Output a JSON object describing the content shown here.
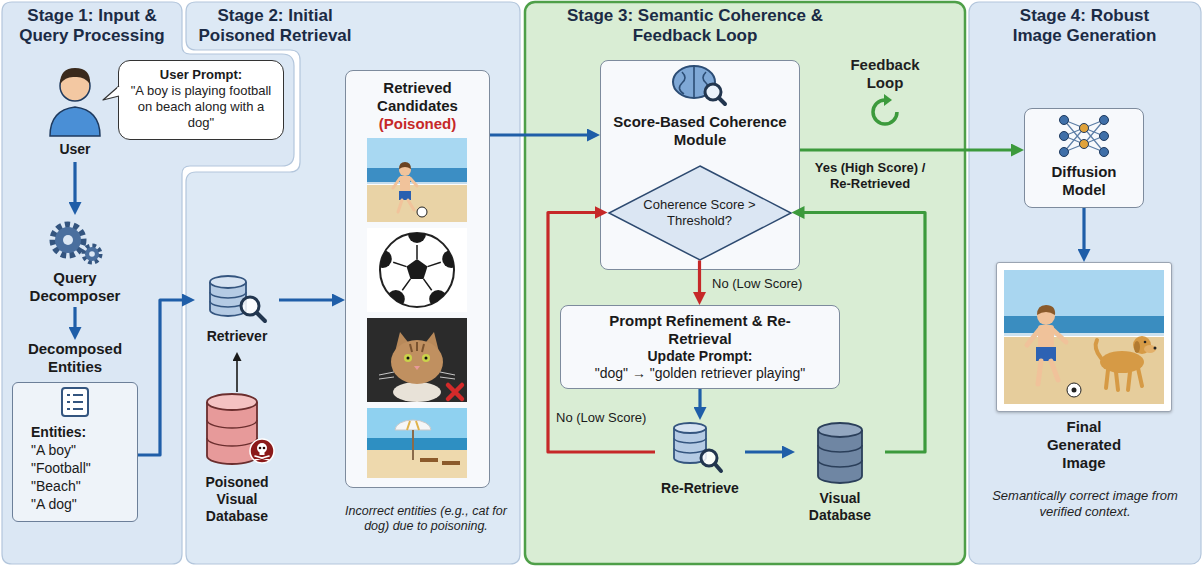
{
  "diagram": {
    "nodes": [
      {
        "text": [
          "Stage 1: Input & Query Processing"
        ]
      },
      {
        "text": [
          "User"
        ],
        "in": 0
      },
      {
        "text": [
          "User Prompt:",
          "\"A boy is playing football on beach along with a dog\""
        ],
        "in": 0
      },
      {
        "text": [
          "Query Decomposer"
        ],
        "in": 0
      },
      {
        "text": [
          "Decomposed Entities",
          "Entities:",
          "\"A boy\"",
          "\"Football\"",
          "\"Beach\"",
          "\"A dog\""
        ],
        "in": 0
      },
      {
        "text": [
          "Stage 2: Initial Poisoned Retrieval"
        ]
      },
      {
        "text": [
          "Retriever"
        ],
        "in": 5
      },
      {
        "text": [
          "Poisoned Visual Database"
        ],
        "in": 5
      },
      {
        "text": [
          "Retrieved Candidates",
          "(Poisoned)"
        ],
        "in": 5
      },
      {
        "text": [
          "Stage 3: Semantic Coherence & Feedback Loop"
        ]
      },
      {
        "text": [
          "Score-Based Coherence Module"
        ],
        "in": 9
      },
      {
        "text": [
          "Coherence Score > Threshold?"
        ],
        "in": 10
      },
      {
        "text": [
          "Prompt Refinement & Re-Retrieval",
          "Update Prompt:",
          "\"dog\" → \"golden retriever playing\""
        ],
        "in": 9
      },
      {
        "text": [
          "Re-Retrieve"
        ],
        "in": 9
      },
      {
        "text": [
          "Visual Database"
        ],
        "in": 9
      },
      {
        "text": [
          "Stage 4: Robust Image Generation"
        ]
      },
      {
        "text": [
          "Diffusion Model"
        ],
        "in": 15
      },
      {
        "text": [
          "Final Generated Image"
        ],
        "in": 15
      }
    ],
    "edges": [
      {
        "from": 1,
        "to": 3,
        "arrow": "to"
      },
      {
        "from": 3,
        "to": 4,
        "arrow": "to"
      },
      {
        "from": 4,
        "to": 6,
        "arrow": "to"
      },
      {
        "from": 7,
        "to": 6,
        "arrow": "to"
      },
      {
        "from": 6,
        "to": 8,
        "arrow": "to"
      },
      {
        "from": 8,
        "to": 10,
        "arrow": "to"
      },
      {
        "from": 11,
        "to": 12,
        "label": "No (Low Score)",
        "arrow": "to"
      },
      {
        "from": 12,
        "to": 13,
        "arrow": "to"
      },
      {
        "from": 13,
        "to": 14,
        "arrow": "to"
      },
      {
        "from": 13,
        "to": 11,
        "label": "No (Low Score)",
        "arrow": "to"
      },
      {
        "from": 14,
        "to": 11,
        "arrow": "to"
      },
      {
        "from": 10,
        "to": 16,
        "label": "Yes (High Score) / Re-Retrieved",
        "arrow": "to"
      },
      {
        "from": 16,
        "to": 17,
        "arrow": "to"
      }
    ],
    "labels": [
      "Incorrect entities (e.g., cat for dog) due to poisoning.",
      "Feedback Loop",
      "Semantically correct image from verified context."
    ]
  }
}
